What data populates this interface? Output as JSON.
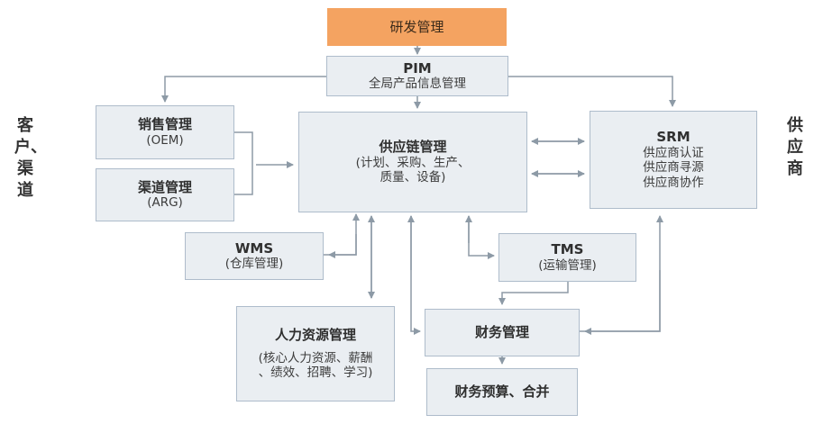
{
  "left_side_label": "客户、渠道",
  "right_side_label": "供应商",
  "boxes": {
    "rd": {
      "title": "研发管理"
    },
    "pim": {
      "title": "PIM",
      "subtitle": "全局产品信息管理"
    },
    "sales": {
      "title": "销售管理",
      "subtitle": "(OEM)"
    },
    "channel": {
      "title": "渠道管理",
      "subtitle": "(ARG)"
    },
    "scm": {
      "title": "供应链管理",
      "subtitle_1": "(计划、采购、生产、",
      "subtitle_2": "质量、设备)"
    },
    "srm": {
      "title": "SRM",
      "line_1": "供应商认证",
      "line_2": "供应商寻源",
      "line_3": "供应商协作"
    },
    "wms": {
      "title": "WMS",
      "subtitle": "(仓库管理)"
    },
    "tms": {
      "title": "TMS",
      "subtitle": "(运输管理)"
    },
    "hr": {
      "title": "人力资源管理",
      "subtitle_1": "(核心人力资源、薪酬",
      "subtitle_2": "、绩效、招聘、学习)"
    },
    "finance": {
      "title": "财务管理"
    },
    "budget": {
      "title": "财务预算、合并"
    }
  },
  "colors": {
    "box_fill": "#eaeef2",
    "box_border": "#aebccb",
    "highlight_fill": "#f4a361",
    "connector": "#8d9aa6"
  }
}
